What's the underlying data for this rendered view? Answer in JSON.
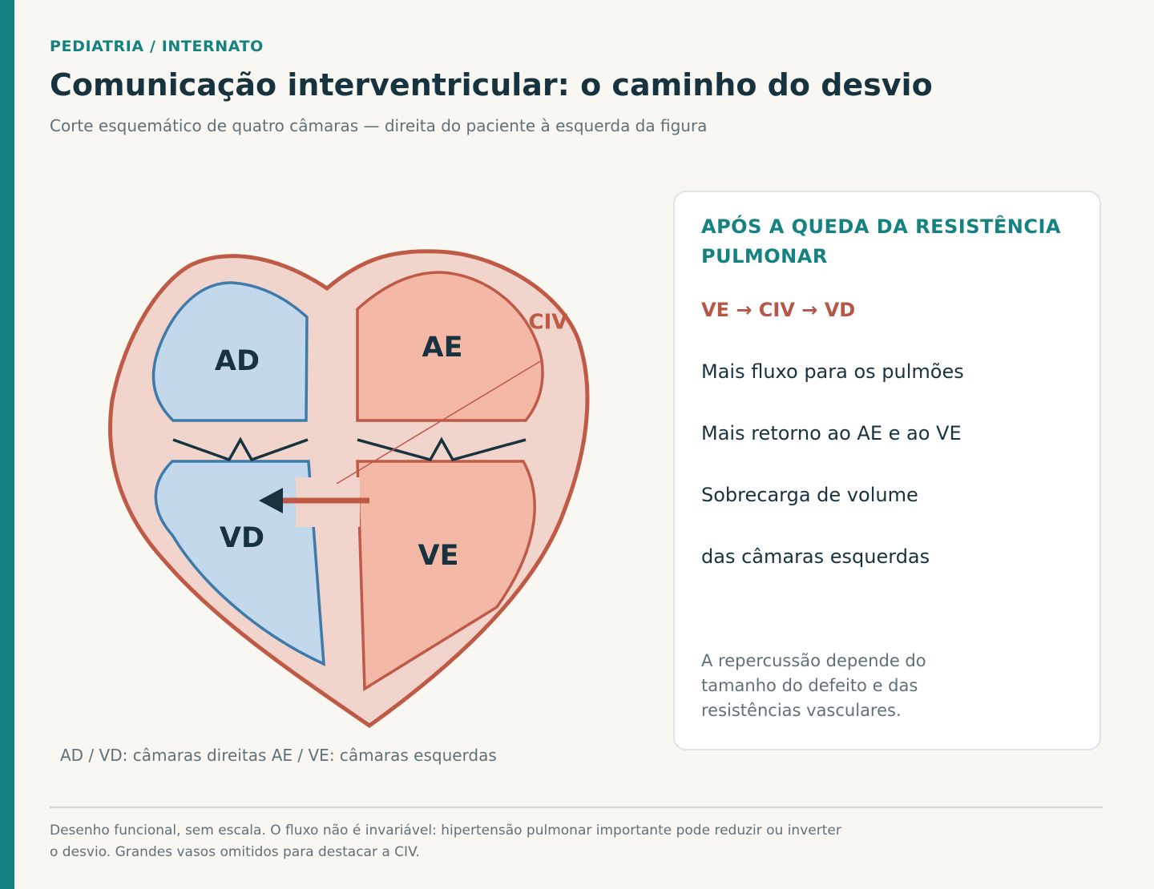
{
  "header": {
    "kicker": "PEDIATRIA / INTERNATO",
    "title": "Comunicação interventricular: o caminho do desvio",
    "subtitle": "Corte esquemático de quatro câmaras — direita do paciente à esquerda da figura"
  },
  "diagram": {
    "chambers": {
      "ad": "AD",
      "ae": "AE",
      "vd": "VD",
      "ve": "VE"
    },
    "defect_label": "CIV",
    "caption": "AD / VD: câmaras direitas AE / VE: câmaras esquerdas",
    "colors": {
      "right_chambers": "#c3d8ea",
      "right_outline": "#3e7aab",
      "left_chambers": "#f4b8a6",
      "left_outline": "#bf5a47",
      "heart_fill": "#f1d4cb",
      "valves": "#17333f"
    }
  },
  "card": {
    "heading": "APÓS A QUEDA DA RESISTÊNCIA PULMONAR",
    "flow": "VE → CIV → VD",
    "points": [
      "Mais fluxo para os pulmões",
      "Mais retorno ao AE e ao VE",
      "Sobrecarga de volume",
      "das câmaras esquerdas"
    ],
    "note": "A repercussão depende do tamanho do defeito e das resistências vasculares."
  },
  "footer": {
    "note": "Desenho funcional, sem escala. O fluxo não é invariável: hipertensão pulmonar importante pode reduzir ou inverter o desvio. Grandes vasos omitidos para destacar a CIV."
  }
}
